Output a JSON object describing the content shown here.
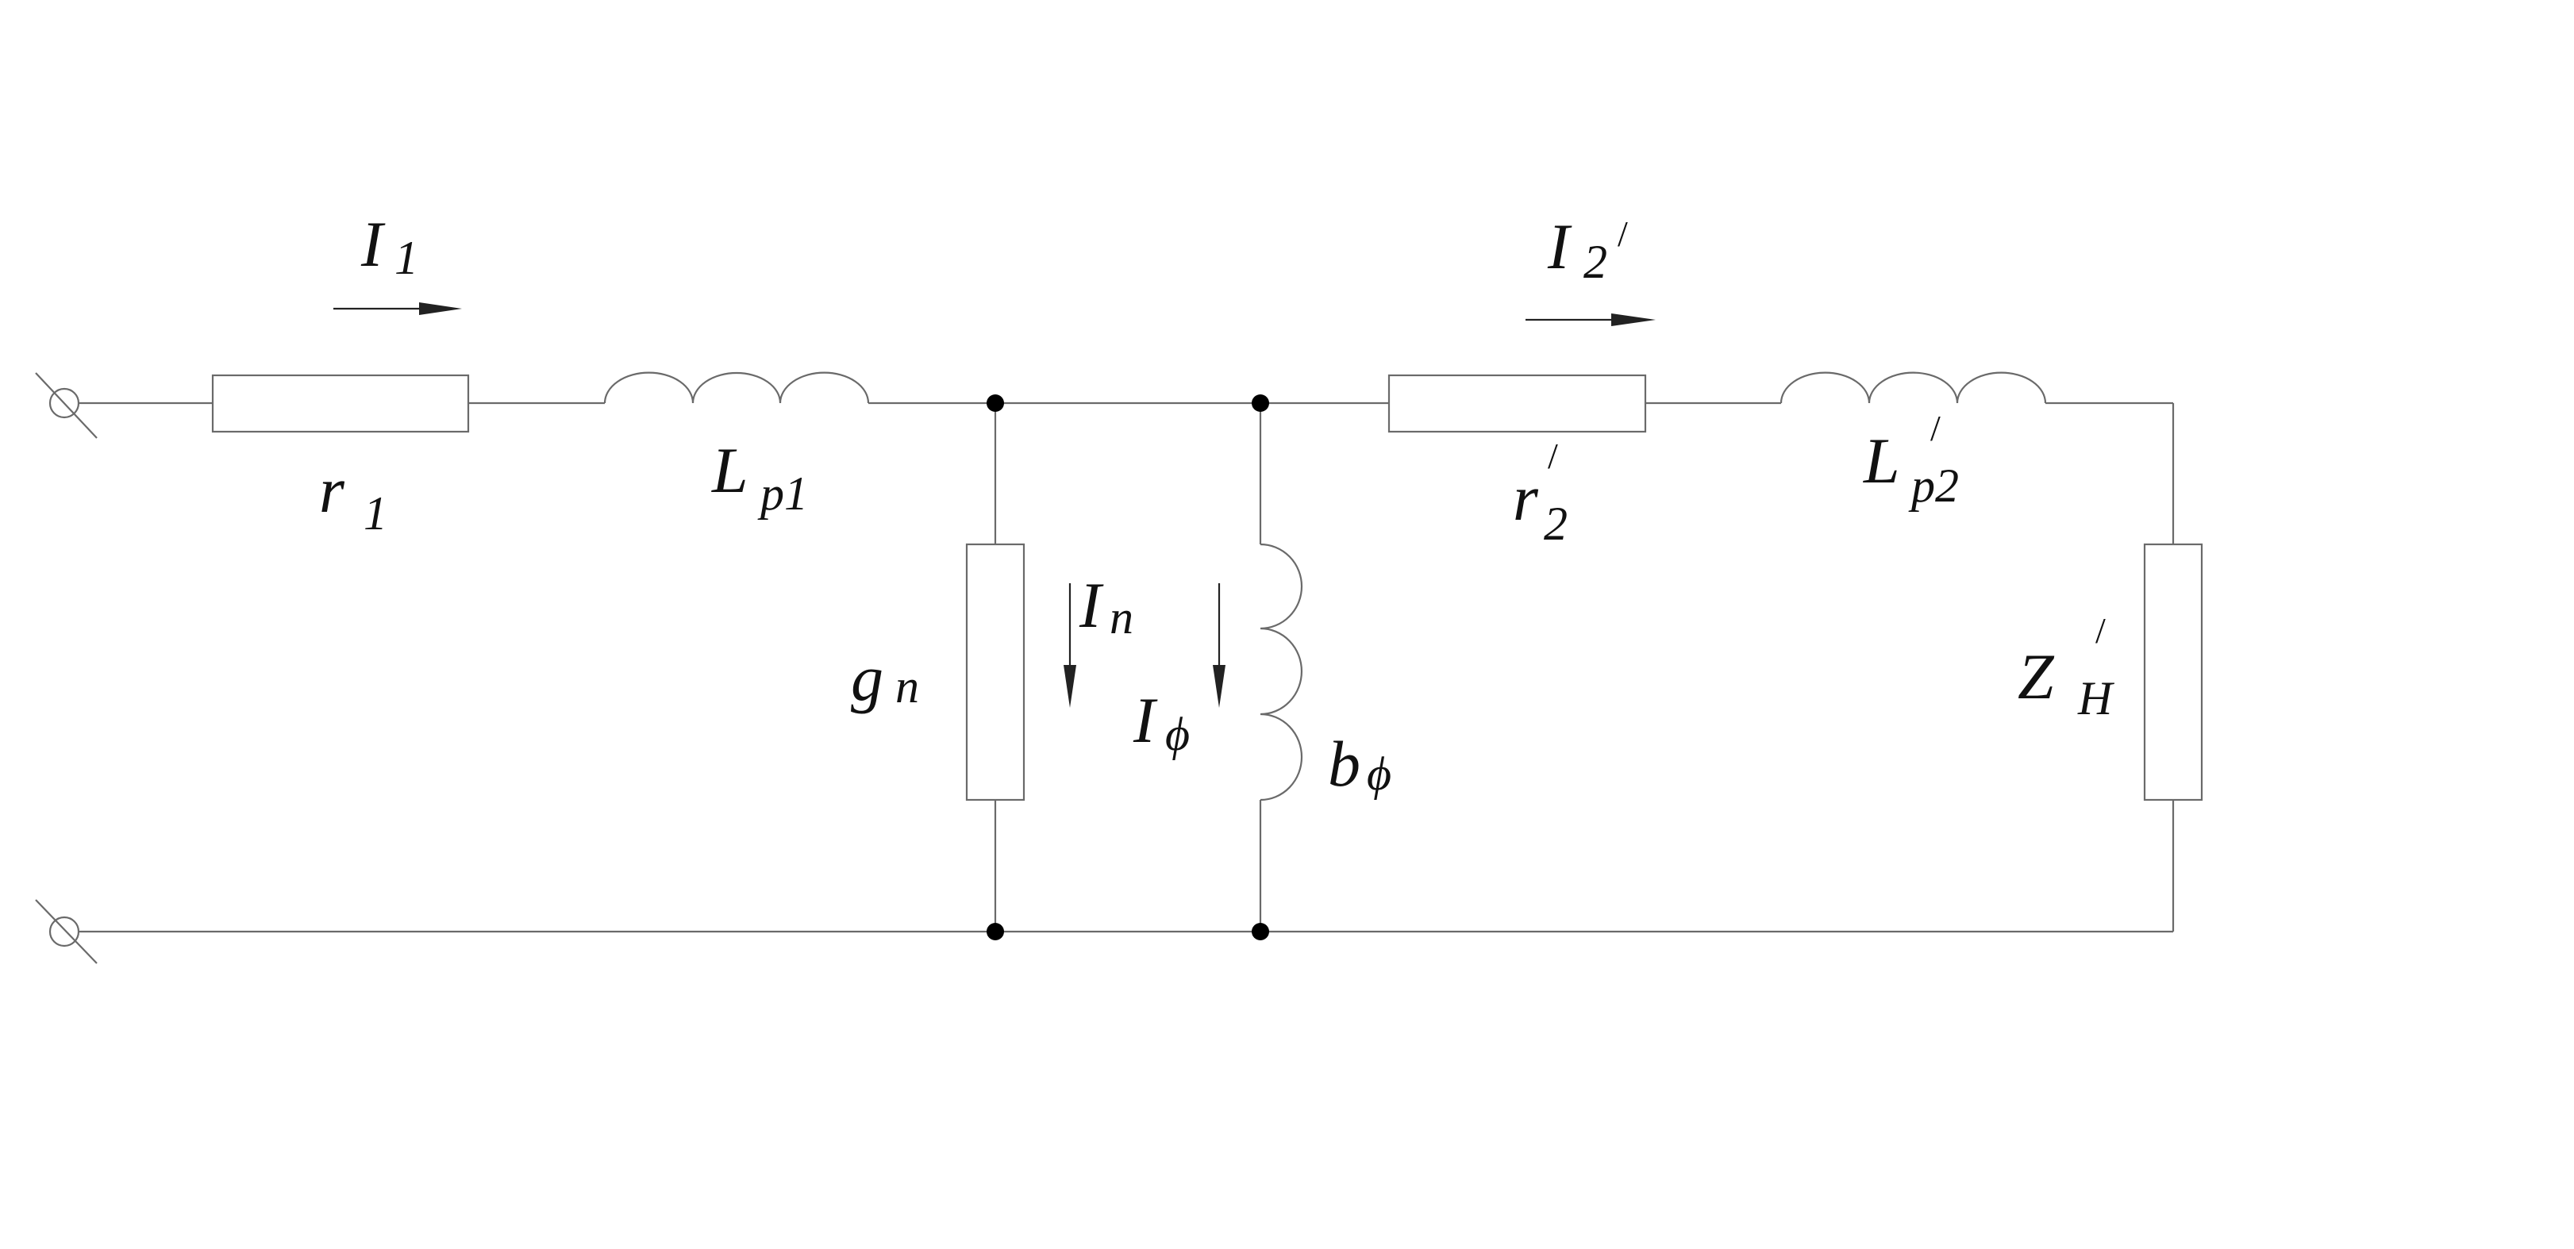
{
  "diagram": {
    "labels": {
      "I1": {
        "main": "I",
        "sub": "1"
      },
      "I2": {
        "main": "I",
        "sub": "2",
        "prime": "/"
      },
      "r1": {
        "main": "r",
        "sub": "1"
      },
      "Lp1": {
        "main": "L",
        "sub": "p1"
      },
      "r2": {
        "main": "r",
        "sub": "2",
        "prime": "/"
      },
      "Lp2": {
        "main": "L",
        "sub": "p2",
        "prime": "/"
      },
      "gn": {
        "main": "g",
        "sub": "n"
      },
      "In": {
        "main": "I",
        "sub": "n"
      },
      "Iphi": {
        "main": "I",
        "sub": "ϕ"
      },
      "bphi": {
        "main": "b",
        "sub": "ϕ"
      },
      "ZH": {
        "main": "Z",
        "sub": "H",
        "prime": "/"
      }
    }
  }
}
